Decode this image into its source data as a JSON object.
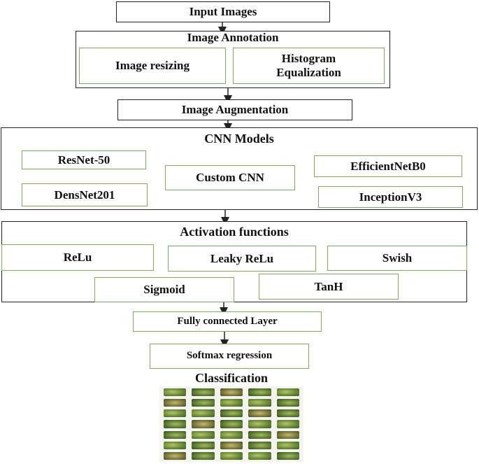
{
  "input": {
    "label": "Input Images"
  },
  "annotation": {
    "title": "Image Annotation",
    "resizing": "Image resizing",
    "histogram_line1": "Histogram",
    "histogram_line2": "Equalization"
  },
  "augmentation": {
    "label": "Image Augmentation"
  },
  "cnn": {
    "title": "CNN Models",
    "resnet": "ResNet-50",
    "custom": "Custom CNN",
    "efficientnet": "EfficientNetB0",
    "densenet": "DensNet201",
    "inception": "InceptionV3"
  },
  "activation": {
    "title": "Activation functions",
    "relu": "ReLu",
    "leaky": "Leaky ReLu",
    "swish": "Swish",
    "sigmoid": "Sigmoid",
    "tanh": "TanH"
  },
  "fc": {
    "label": "Fully connected Layer"
  },
  "softmax": {
    "label": "Softmax regression"
  },
  "classification": {
    "title": "Classification"
  },
  "colors": {
    "stroke": "#222222",
    "green_border": "#7fa86a",
    "leaf_green": "#6f8e3a"
  }
}
